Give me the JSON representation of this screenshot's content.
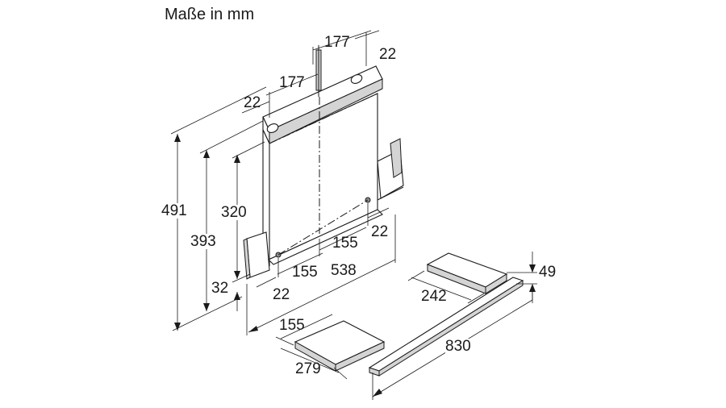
{
  "title": "Maße in mm",
  "dimensions": {
    "d177_top": "177",
    "d22_top_right": "22",
    "d177_mid": "177",
    "d22_top_left": "22",
    "d491": "491",
    "d393": "393",
    "d320": "320",
    "d32": "32",
    "d22_bottom_left": "22",
    "d155_bottom": "155",
    "d155_mid": "155",
    "d22_bottom_right": "22",
    "d538": "538",
    "d49": "49",
    "d242": "242",
    "d155_tray": "155",
    "d279": "279",
    "d830": "830"
  }
}
